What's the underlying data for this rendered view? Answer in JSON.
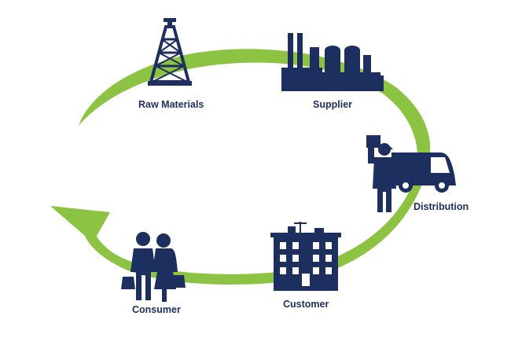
{
  "colors": {
    "loop": "#8cc342",
    "icon": "#1d2f5e",
    "window": "#ffffff",
    "background": "#ffffff"
  },
  "stages": [
    {
      "label": "Raw Materials",
      "icon": "oil-derrick-icon"
    },
    {
      "label": "Supplier",
      "icon": "factory-icon"
    },
    {
      "label": "Distribution",
      "icon": "delivery-truck-icon"
    },
    {
      "label": "Customer",
      "icon": "store-building-icon"
    },
    {
      "label": "Consumer",
      "icon": "shopping-couple-icon"
    }
  ],
  "flow": {
    "direction": "clockwise",
    "ending": "arrowhead"
  }
}
